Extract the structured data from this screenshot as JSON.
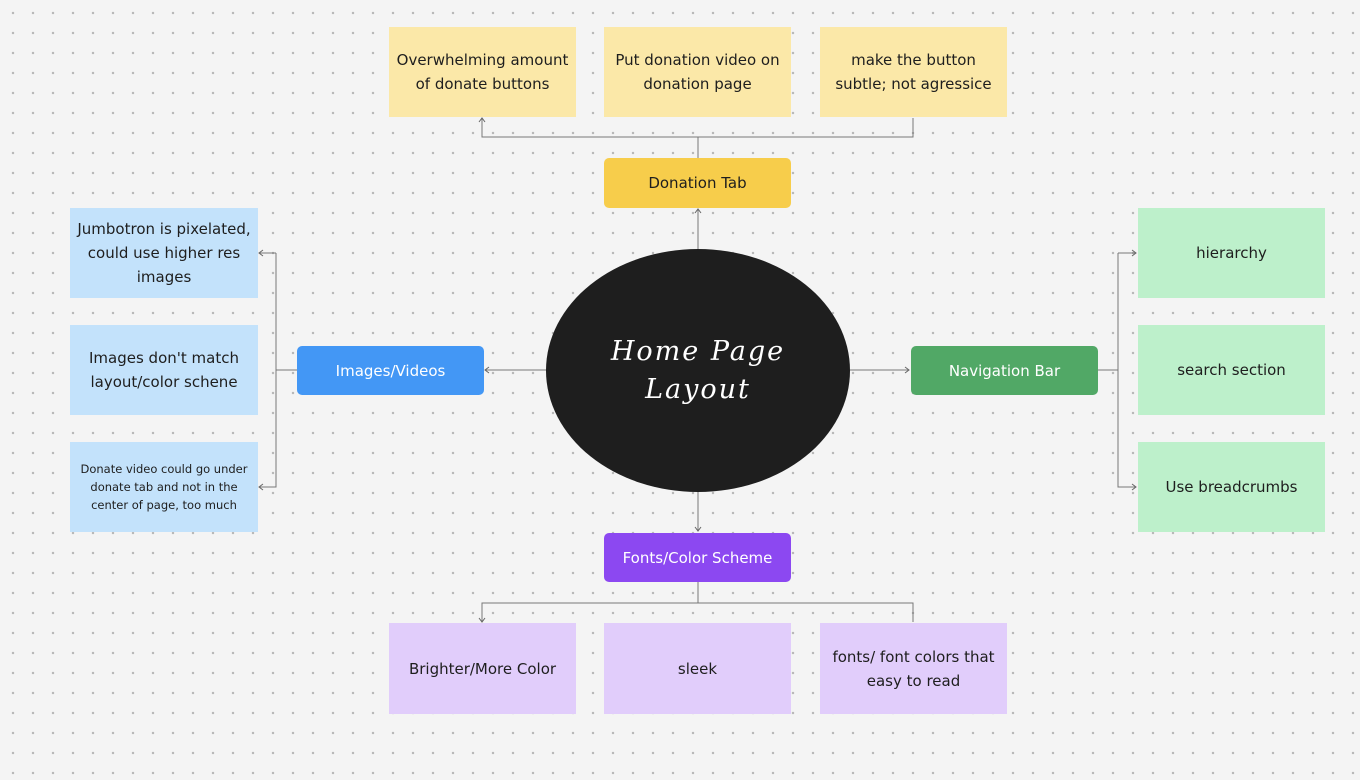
{
  "center": {
    "label": "Home Page\nLayout"
  },
  "branches": {
    "donation": {
      "label": "Donation Tab",
      "notes": [
        "Overwhelming amount of donate buttons",
        "Put donation video on donation page",
        "make the button subtle; not agressice"
      ],
      "colors": {
        "node": "#f7cd4b",
        "note": "#fbe8a8"
      }
    },
    "images": {
      "label": "Images/Videos",
      "notes": [
        "Jumbotron is pixelated, could use higher res images",
        "Images don't match layout/color schene",
        "Donate video could go under donate tab and not in the center of page, too much"
      ],
      "colors": {
        "node": "#4397f5",
        "note": "#c3e2fb"
      }
    },
    "navigation": {
      "label": "Navigation Bar",
      "notes": [
        "hierarchy",
        "search section",
        "Use breadcrumbs"
      ],
      "colors": {
        "node": "#51a866",
        "note": "#bdf0cb"
      }
    },
    "fonts": {
      "label": "Fonts/Color Scheme",
      "notes": [
        "Brighter/More Color",
        "sleek",
        "fonts/ font colors that easy to read"
      ],
      "colors": {
        "node": "#8c48f1",
        "note": "#e1cdfb"
      }
    }
  }
}
